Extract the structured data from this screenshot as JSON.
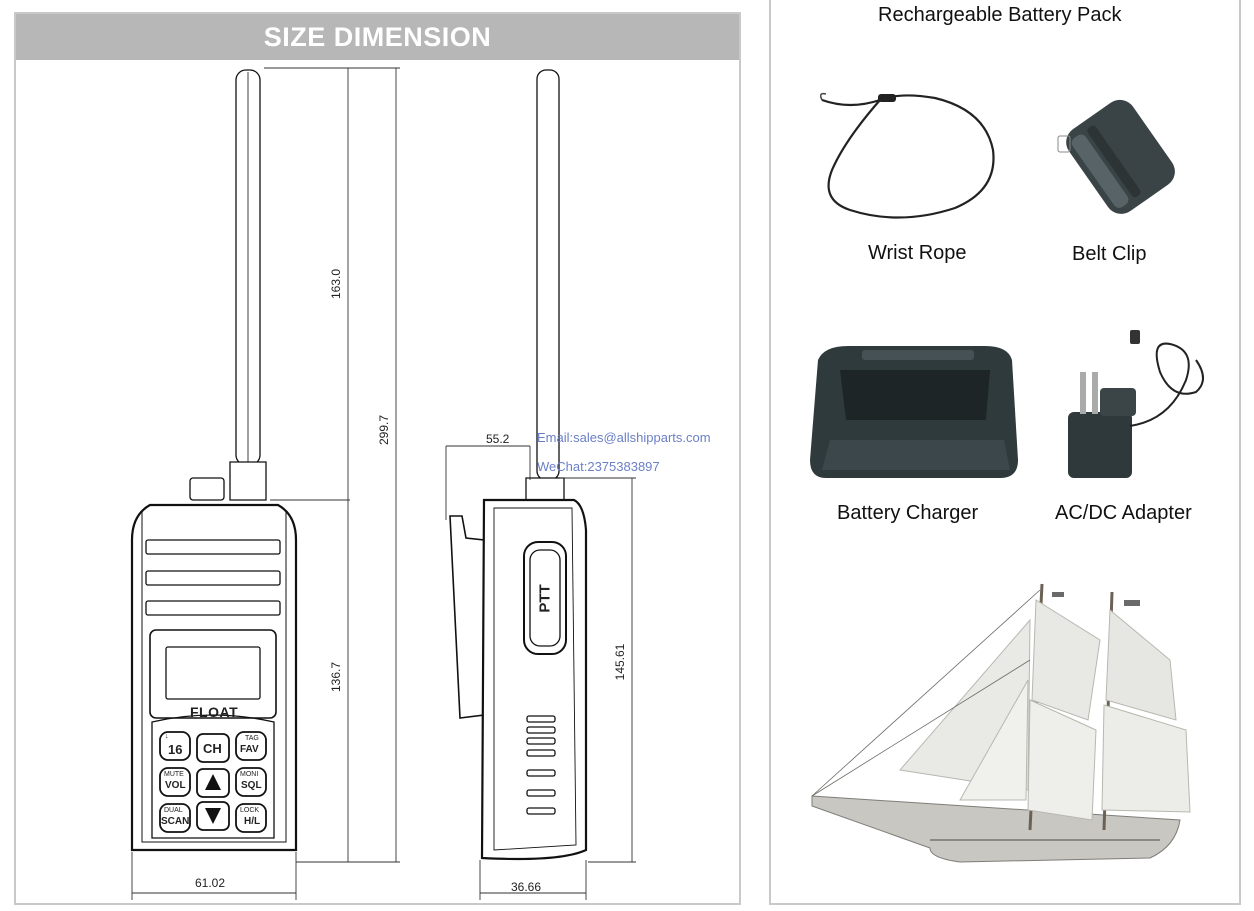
{
  "left": {
    "header": "SIZE DIMENSION",
    "device_brand": "FLOAT",
    "dimensions": {
      "antenna_height": "163.0",
      "total_height": "299.7",
      "body_height_front": "136.7",
      "width_front": "61.02",
      "clip_depth": "55.2",
      "body_height_side": "145.61",
      "side_depth": "36.66"
    },
    "keys": {
      "k16_top": "↓",
      "k16": "16",
      "ch": "CH",
      "fav_top": "TAG",
      "fav": "FAV",
      "vol_top": "MUTE",
      "vol": "VOL",
      "sql_top": "MONI",
      "sql": "SQL",
      "scan_top": "DUAL",
      "scan": "SCAN",
      "hl_top": "LOCK",
      "hl": "H/L"
    },
    "ptt": "PTT",
    "watermark": {
      "email": "Email:sales@allshipparts.com",
      "wechat": "WeChat:2375383897"
    }
  },
  "right": {
    "title": "Rechargeable Battery Pack",
    "items": [
      {
        "label": "Wrist Rope"
      },
      {
        "label": "Belt Clip"
      },
      {
        "label": "Battery Charger"
      },
      {
        "label": "AC/DC Adapter"
      }
    ]
  }
}
